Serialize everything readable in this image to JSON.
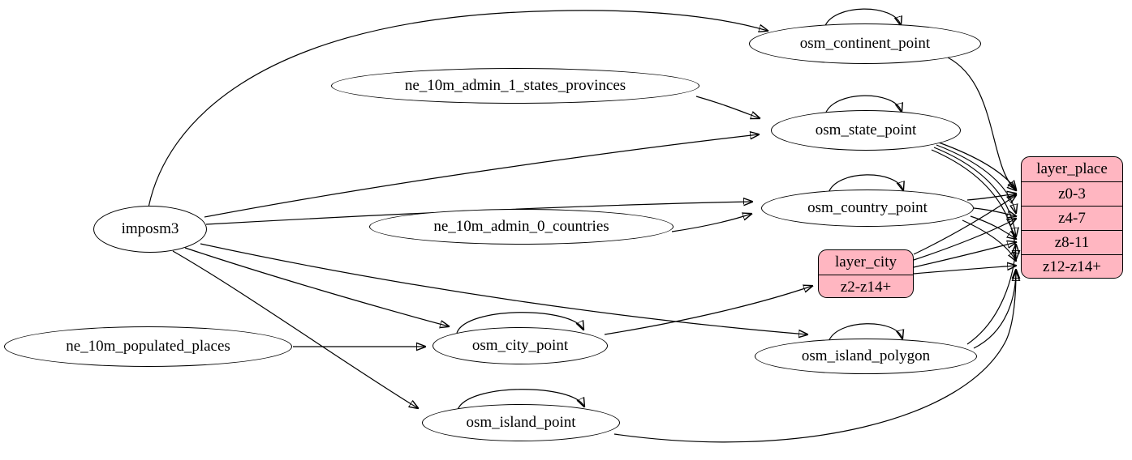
{
  "diagram": {
    "kind": "graphviz-etl-dataflow",
    "colors": {
      "background": "#ffffff",
      "node_fill": "#ffffff",
      "record_fill": "#ffb6c1",
      "stroke": "#000000",
      "text": "#000000"
    },
    "nodes": {
      "imposm3": {
        "label": "imposm3"
      },
      "ne_10m_admin_1_states_provinces": {
        "label": "ne_10m_admin_1_states_provinces"
      },
      "ne_10m_admin_0_countries": {
        "label": "ne_10m_admin_0_countries"
      },
      "ne_10m_populated_places": {
        "label": "ne_10m_populated_places"
      },
      "osm_continent_point": {
        "label": "osm_continent_point"
      },
      "osm_state_point": {
        "label": "osm_state_point"
      },
      "osm_country_point": {
        "label": "osm_country_point"
      },
      "osm_city_point": {
        "label": "osm_city_point"
      },
      "osm_island_polygon": {
        "label": "osm_island_polygon"
      },
      "osm_island_point": {
        "label": "osm_island_point"
      },
      "layer_city": {
        "title": "layer_city",
        "rows": [
          "z2-z14+"
        ]
      },
      "layer_place": {
        "title": "layer_place",
        "rows": [
          "z0-3",
          "z4-7",
          "z8-11",
          "z12-z14+"
        ]
      }
    },
    "edges": [
      {
        "from": "imposm3",
        "to": "osm_continent_point"
      },
      {
        "from": "imposm3",
        "to": "osm_state_point"
      },
      {
        "from": "imposm3",
        "to": "osm_country_point"
      },
      {
        "from": "imposm3",
        "to": "osm_city_point"
      },
      {
        "from": "imposm3",
        "to": "osm_island_polygon"
      },
      {
        "from": "imposm3",
        "to": "osm_island_point"
      },
      {
        "from": "ne_10m_admin_1_states_provinces",
        "to": "osm_state_point"
      },
      {
        "from": "ne_10m_admin_0_countries",
        "to": "osm_country_point"
      },
      {
        "from": "ne_10m_populated_places",
        "to": "osm_city_point"
      },
      {
        "from": "osm_continent_point",
        "to": "osm_continent_point"
      },
      {
        "from": "osm_state_point",
        "to": "osm_state_point"
      },
      {
        "from": "osm_country_point",
        "to": "osm_country_point"
      },
      {
        "from": "osm_city_point",
        "to": "osm_city_point"
      },
      {
        "from": "osm_island_polygon",
        "to": "osm_island_polygon"
      },
      {
        "from": "osm_island_point",
        "to": "osm_island_point"
      },
      {
        "from": "osm_continent_point",
        "to": "layer_place",
        "port": "z0-3"
      },
      {
        "from": "osm_country_point",
        "to": "layer_place",
        "port": "z0-3"
      },
      {
        "from": "osm_country_point",
        "to": "layer_place",
        "port": "z4-7"
      },
      {
        "from": "osm_country_point",
        "to": "layer_place",
        "port": "z8-11"
      },
      {
        "from": "osm_country_point",
        "to": "layer_place",
        "port": "z12-z14+"
      },
      {
        "from": "osm_state_point",
        "to": "layer_place",
        "port": "z0-3"
      },
      {
        "from": "osm_state_point",
        "to": "layer_place",
        "port": "z4-7"
      },
      {
        "from": "osm_state_point",
        "to": "layer_place",
        "port": "z8-11"
      },
      {
        "from": "osm_state_point",
        "to": "layer_place",
        "port": "z12-z14+"
      },
      {
        "from": "osm_city_point",
        "to": "layer_city",
        "port": "z2-z14+"
      },
      {
        "from": "layer_city",
        "to": "layer_place",
        "port": "z0-3"
      },
      {
        "from": "layer_city",
        "to": "layer_place",
        "port": "z4-7"
      },
      {
        "from": "layer_city",
        "to": "layer_place",
        "port": "z8-11"
      },
      {
        "from": "layer_city",
        "to": "layer_place",
        "port": "z12-z14+"
      },
      {
        "from": "osm_island_polygon",
        "to": "layer_place",
        "port": "z8-11"
      },
      {
        "from": "osm_island_polygon",
        "to": "layer_place",
        "port": "z12-z14+"
      },
      {
        "from": "osm_island_point",
        "to": "layer_place",
        "port": "z12-z14+"
      }
    ]
  }
}
